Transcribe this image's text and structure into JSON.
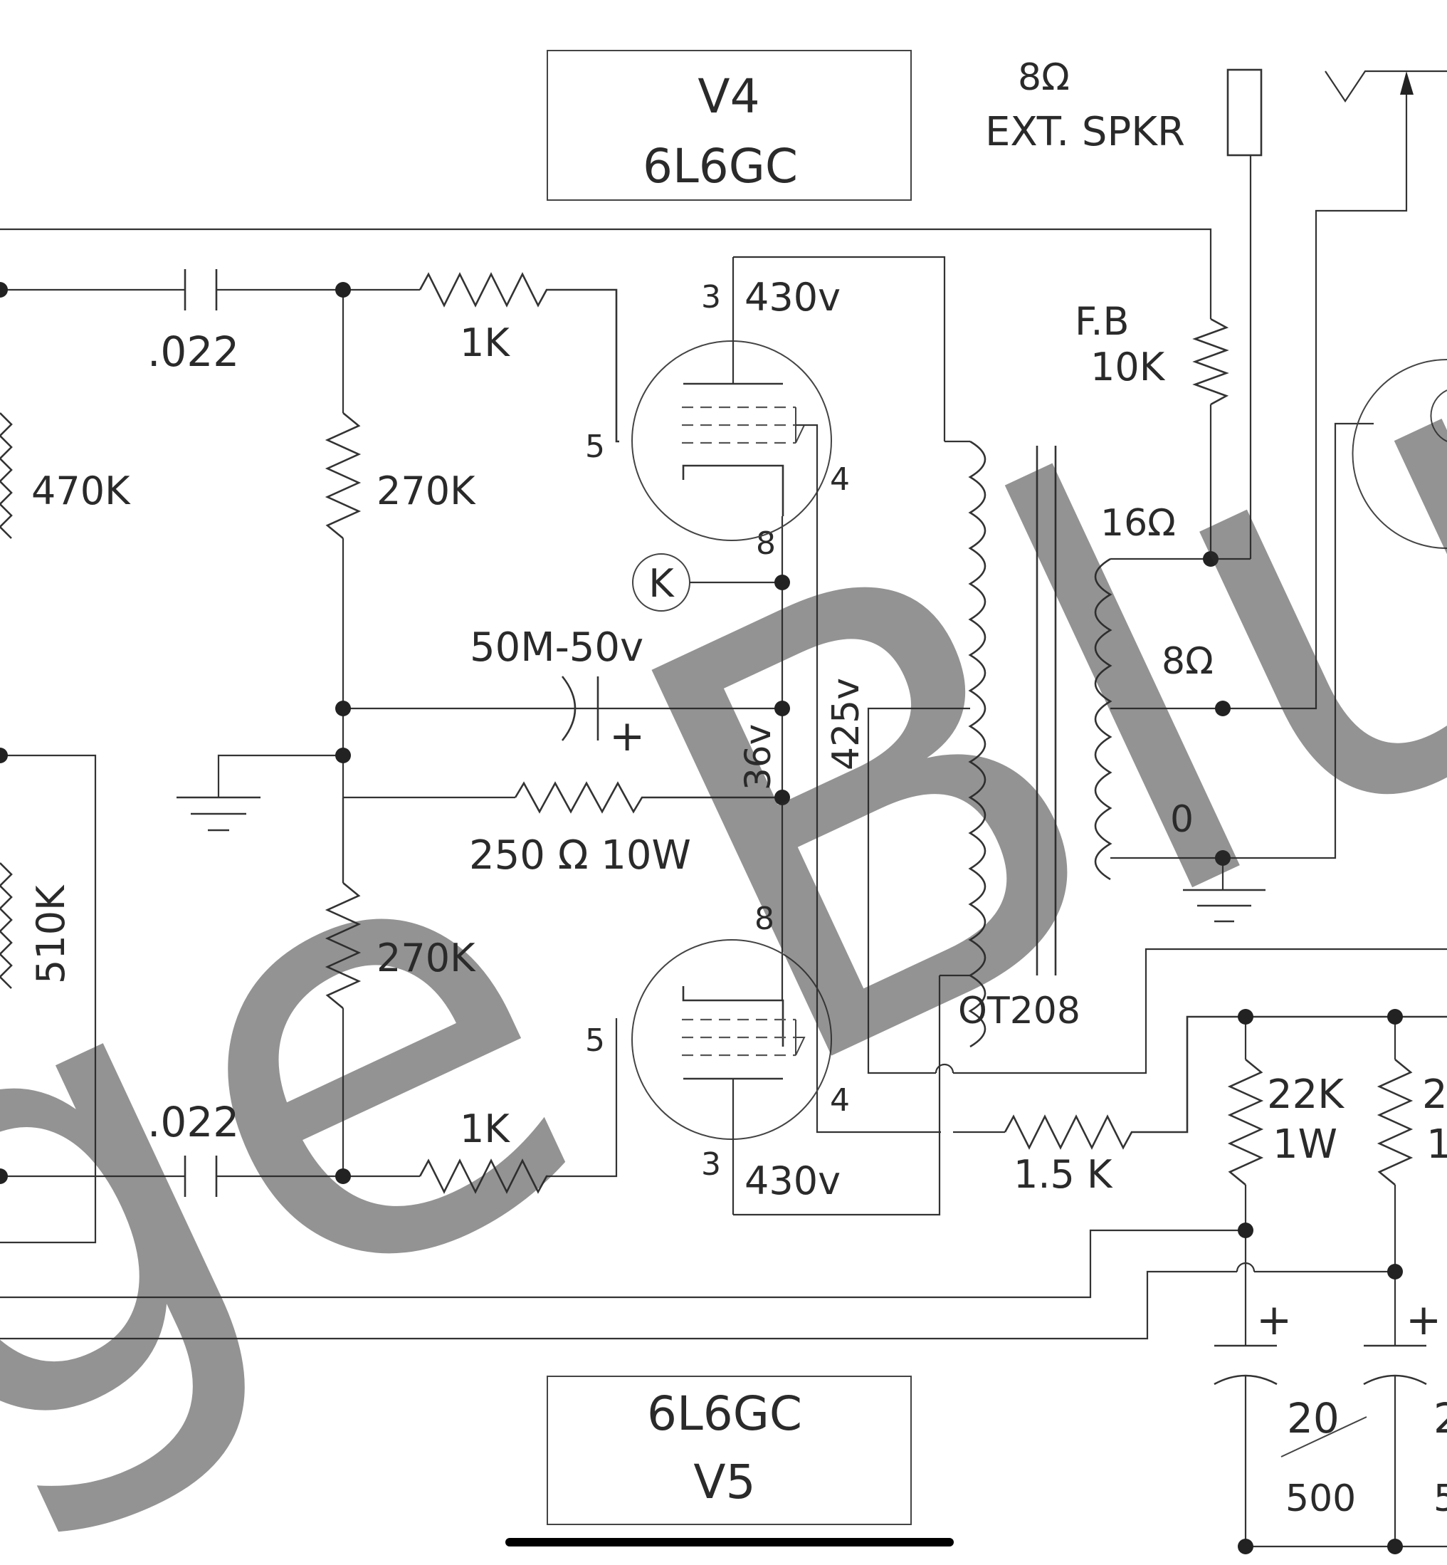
{
  "tubes": {
    "v4": {
      "name": "V4",
      "type": "6L6GC"
    },
    "v5": {
      "name": "V5",
      "type": "6L6GC"
    }
  },
  "speaker": {
    "impedance": "8Ω",
    "label": "EXT. SPKR"
  },
  "feedback": {
    "label": "F.B",
    "value": "10K"
  },
  "coupling_caps": {
    "top": ".022",
    "bottom": ".022"
  },
  "resistors": {
    "grid_leak_470": "470K",
    "grid_leak_510": "510K",
    "bias_top": "270K",
    "bias_bottom": "270K",
    "grid_stop_top": "1K",
    "grid_stop_bottom": "1K",
    "cathode": "250 Ω 10W",
    "screen": "1.5 K",
    "supply_a_value": "22K",
    "supply_a_power": "1W",
    "supply_b_value": "2",
    "supply_b_power": "1"
  },
  "cathode_cap": "50M-50v",
  "cathode_plus": "+",
  "k_marker": "K",
  "pins": {
    "top_plate": "3",
    "top_screen": "4",
    "top_grid": "5",
    "top_cathode": "8",
    "bot_plate": "3",
    "bot_screen": "4",
    "bot_grid": "5",
    "bot_cathode": "8"
  },
  "voltages": {
    "plate_top": "430v",
    "plate_bottom": "430v",
    "cathode": "36v",
    "screen": "425v"
  },
  "transformer": {
    "name": "OT208",
    "tap_16": "16Ω",
    "tap_8": "8Ω",
    "tap_0": "0"
  },
  "filter_caps": {
    "plus_a": "+",
    "plus_b": "+",
    "value_num": "20",
    "value_den": "500",
    "partial_num": "2",
    "partial_den": "5"
  },
  "watermark": "ge Blue",
  "colors": {
    "line": "#333333",
    "watermark": "#b8b8b8",
    "background": "#ffffff"
  }
}
